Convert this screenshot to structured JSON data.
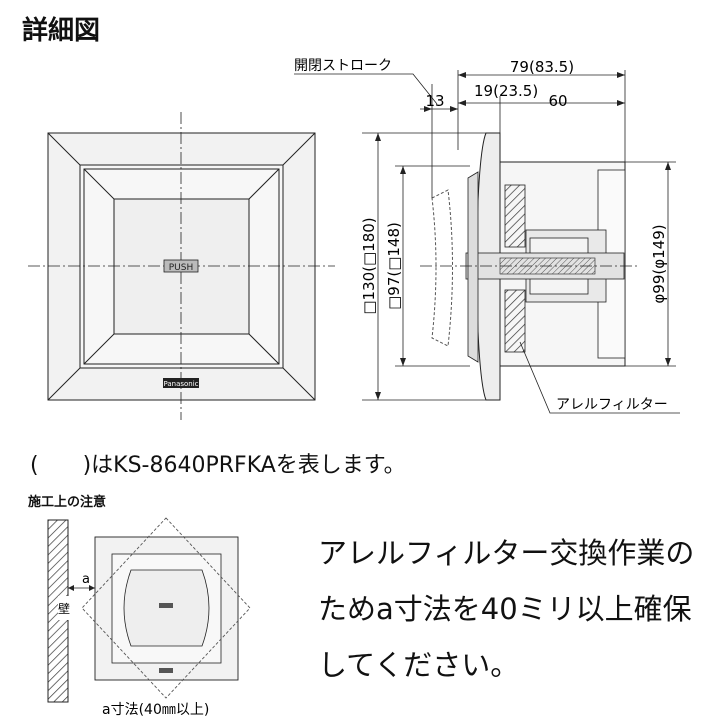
{
  "title": "詳細図",
  "front_view": {
    "push_label": "PUSH",
    "brand_label": "Panasonic"
  },
  "side_view": {
    "stroke_label": "開閉ストローク",
    "dims": {
      "total_depth": "79(83.5)",
      "stroke": "13",
      "flange": "19(23.5)",
      "body": "60",
      "outer_square": "□130(□180)",
      "inner_square": "□97(□148)",
      "duct_dia": "φ99(φ149)"
    },
    "filter_label": "アレルフィルター"
  },
  "note": "(　　)はKS-8640PRFKAを表します。",
  "caution": {
    "heading": "施工上の注意",
    "wall_label": "壁",
    "a_label": "a",
    "dim_caption": "a寸法(40㎜以上)",
    "body_lines": [
      "アレルフィルター交換作業の",
      "ためa寸法を40ミリ以上確保",
      "してください。"
    ]
  }
}
